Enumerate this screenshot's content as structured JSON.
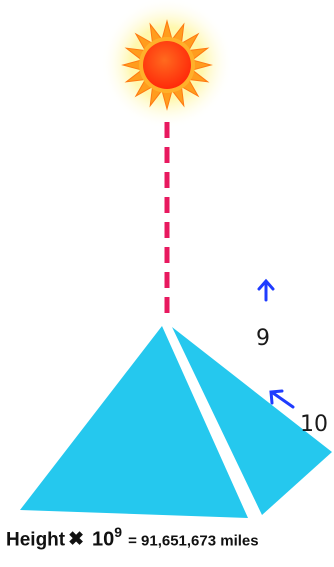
{
  "diagram": {
    "arrow_labels": {
      "nine": "9",
      "ten": "10"
    },
    "formula": {
      "word": "Height",
      "times_symbol": "✖",
      "base": "10",
      "exponent": "9",
      "result": "= 91,651,673 miles"
    },
    "colors": {
      "sun_rays": "#ff9d1e",
      "sun_core": "#ff3b14",
      "sun_glow": "#fff48a",
      "dashed_line": "#e8195f",
      "pyramid_face": "#25c8ee",
      "arrows": "#1f3cff"
    }
  }
}
